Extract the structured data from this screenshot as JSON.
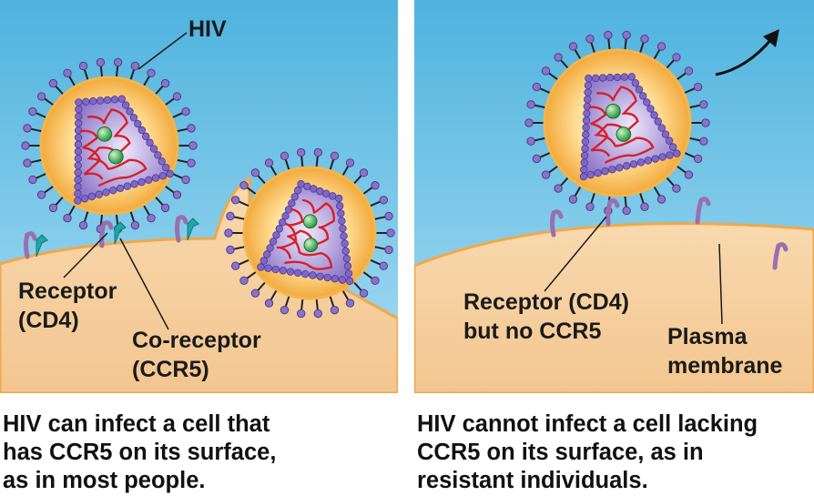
{
  "left_panel": {
    "virus_label": "HIV",
    "receptor_label": [
      "Receptor",
      "(CD4)"
    ],
    "coreceptor_label": [
      "Co-receptor",
      "(CCR5)"
    ],
    "caption": [
      "HIV can infect a cell that",
      "has CCR5 on its surface,",
      "as in most people."
    ]
  },
  "right_panel": {
    "receptor_label": [
      "Receptor (CD4)",
      "but no CCR5"
    ],
    "membrane_label": [
      "Plasma",
      "membrane"
    ],
    "caption": [
      "HIV cannot infect a cell lacking",
      "CCR5 on its surface, as in",
      "resistant individuals."
    ]
  },
  "colors": {
    "sky_top": "#4fb3de",
    "sky_bottom": "#a7dcf3",
    "cell": "#f6d2a3",
    "membrane": "#f0a84a",
    "envelope": "#f4b64a",
    "capsid": "#8f78c9",
    "capsid_bead": "#7f67c8",
    "rna": "#d6202a",
    "enzyme": "#3bb150",
    "cd4": "#9a6fb0",
    "ccr5": "#1fa7a8"
  }
}
